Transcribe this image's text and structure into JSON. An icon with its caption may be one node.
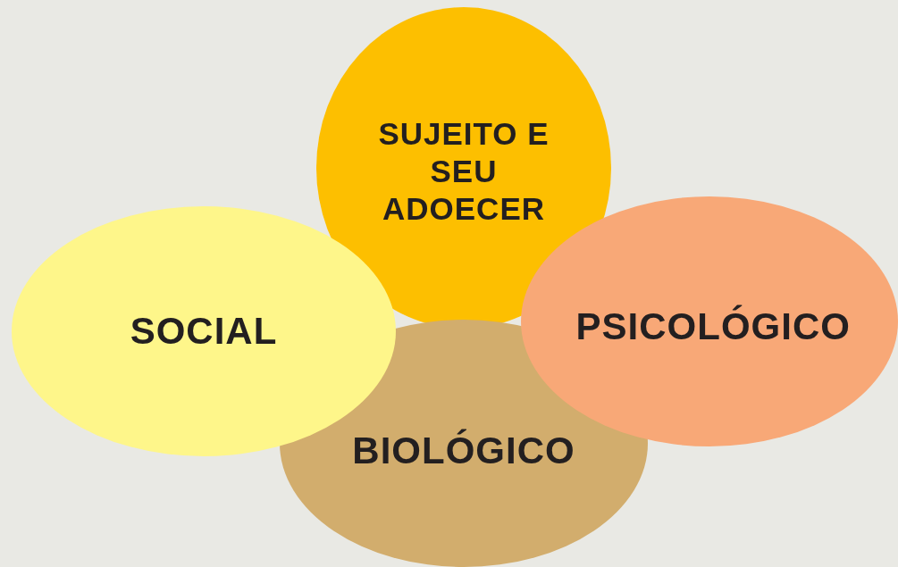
{
  "diagram": {
    "nodes": [
      {
        "text": [
          "SUJEITO E SEU ADOECER"
        ]
      },
      {
        "text": [
          "SOCIAL"
        ]
      },
      {
        "text": [
          "PSICOLÓGICO"
        ]
      },
      {
        "text": [
          "BIOLÓGICO"
        ]
      }
    ]
  }
}
